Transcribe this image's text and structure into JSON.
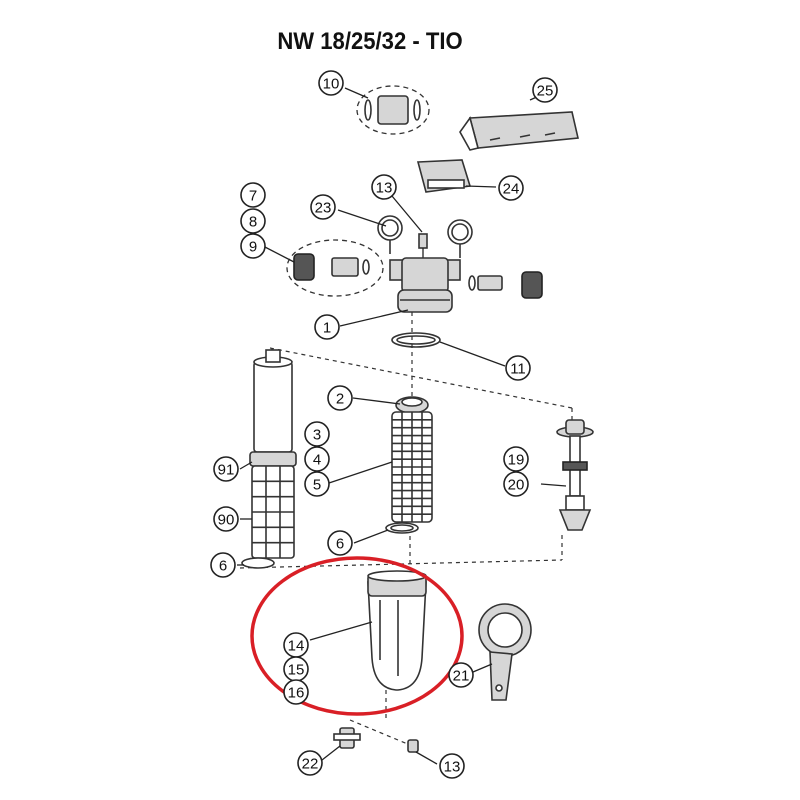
{
  "title": "NW 18/25/32 - TIO",
  "highlight_color": "#d91f26",
  "callouts": [
    {
      "id": "c10",
      "text": "10"
    },
    {
      "id": "c25",
      "text": "25"
    },
    {
      "id": "c13a",
      "text": "13"
    },
    {
      "id": "c24",
      "text": "24"
    },
    {
      "id": "c7",
      "text": "7"
    },
    {
      "id": "c8",
      "text": "8"
    },
    {
      "id": "c9",
      "text": "9"
    },
    {
      "id": "c23",
      "text": "23"
    },
    {
      "id": "c1",
      "text": "1"
    },
    {
      "id": "c11",
      "text": "11"
    },
    {
      "id": "c2",
      "text": "2"
    },
    {
      "id": "c3",
      "text": "3"
    },
    {
      "id": "c4",
      "text": "4"
    },
    {
      "id": "c5",
      "text": "5"
    },
    {
      "id": "c91",
      "text": "91"
    },
    {
      "id": "c90",
      "text": "90"
    },
    {
      "id": "c19",
      "text": "19"
    },
    {
      "id": "c20",
      "text": "20"
    },
    {
      "id": "c6a",
      "text": "6"
    },
    {
      "id": "c6b",
      "text": "6"
    },
    {
      "id": "c14",
      "text": "14"
    },
    {
      "id": "c15",
      "text": "15"
    },
    {
      "id": "c16",
      "text": "16"
    },
    {
      "id": "c21",
      "text": "21"
    },
    {
      "id": "c22",
      "text": "22"
    },
    {
      "id": "c13b",
      "text": "13"
    }
  ]
}
